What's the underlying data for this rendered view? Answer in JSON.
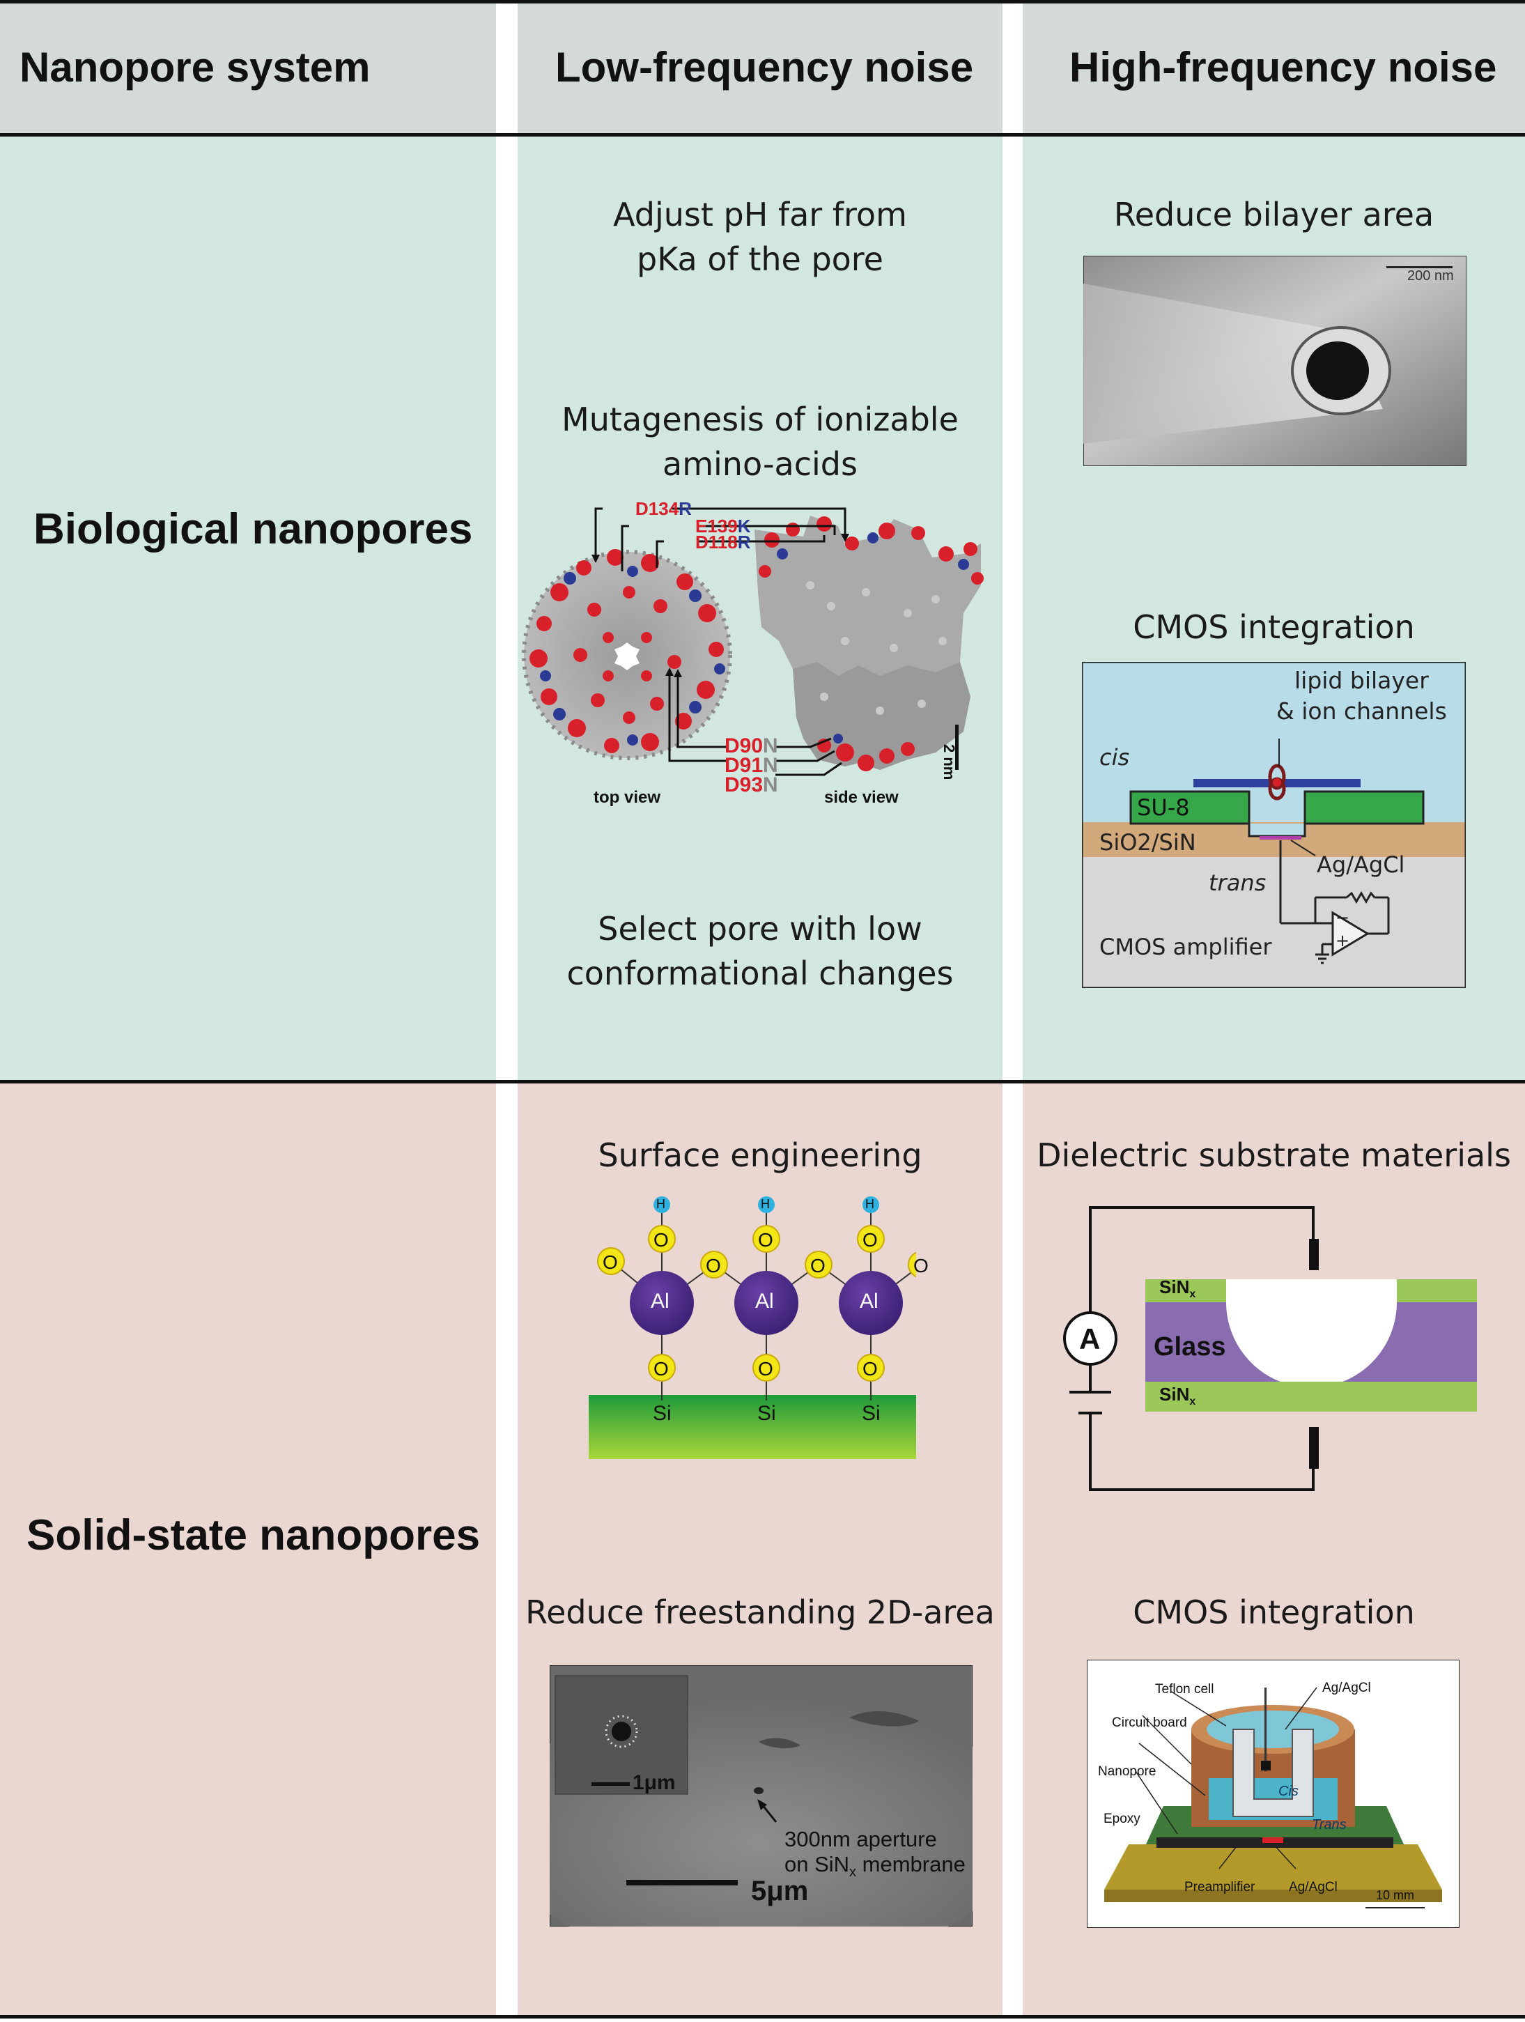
{
  "header": {
    "col1": "Nanopore system",
    "col2": "Low-frequency noise",
    "col3": "High-frequency noise"
  },
  "rows": {
    "biological": {
      "label": "Biological nanopores",
      "low": {
        "cap1_line1": "Adjust pH far from",
        "cap1_line2": "pKa of the pore",
        "cap2_line1": "Mutagenesis of ionizable",
        "cap2_line2": "amino-acids",
        "cap3_line1": "Select pore with low",
        "cap3_line2": "conformational changes",
        "mutations_top": [
          {
            "wt": "D134",
            "mut": "R"
          },
          {
            "wt": "E139",
            "mut": "K"
          },
          {
            "wt": "D118",
            "mut": "R"
          }
        ],
        "mutations_bottom": [
          {
            "wt": "D90",
            "mut": "N"
          },
          {
            "wt": "D91",
            "mut": "N"
          },
          {
            "wt": "D93",
            "mut": "N"
          }
        ],
        "top_view_label": "top view",
        "side_view_label": "side view",
        "scale_label": "2 nm"
      },
      "high": {
        "cap1": "Reduce bilayer area",
        "sem_scale": "200 nm",
        "cap2": "CMOS integration",
        "cmos": {
          "bilayer_line1": "lipid bilayer",
          "bilayer_line2": "& ion channels",
          "cis": "cis",
          "su8": "SU-8",
          "sio2": "SiO2/SiN",
          "agcl": "Ag/AgCl",
          "trans": "trans",
          "amplifier": "CMOS amplifier",
          "minus": "−",
          "plus": "+"
        }
      }
    },
    "solid": {
      "label": "Solid-state nanopores",
      "low": {
        "cap1": "Surface engineering",
        "atoms": {
          "h": "H",
          "o": "O",
          "al": "Al",
          "si": "Si"
        },
        "cap2": "Reduce freestanding 2D-area",
        "sem": {
          "inset_scale": "1μm",
          "annot_line1": "300nm aperture",
          "annot_line2_pre": "on SiN",
          "annot_line2_sub": "x",
          "annot_line2_post": " membrane",
          "scale": "5μm"
        }
      },
      "high": {
        "cap1": "Dielectric substrate materials",
        "diel": {
          "ammeter": "A",
          "sin_top": "SiN",
          "sin_top_sub": "x",
          "glass": "Glass",
          "sin_bot": "SiN",
          "sin_bot_sub": "x"
        },
        "cap2": "CMOS integration",
        "cmos2": {
          "teflon": "Teflon cell",
          "agcl_top": "Ag/AgCl",
          "circuit": "Circuit board",
          "nanopore": "Nanopore",
          "cis": "Cis",
          "trans": "Trans",
          "epoxy": "Epoxy",
          "preamp": "Preamplifier",
          "agcl_bot": "Ag/AgCl",
          "scale": "10 mm"
        }
      }
    }
  }
}
